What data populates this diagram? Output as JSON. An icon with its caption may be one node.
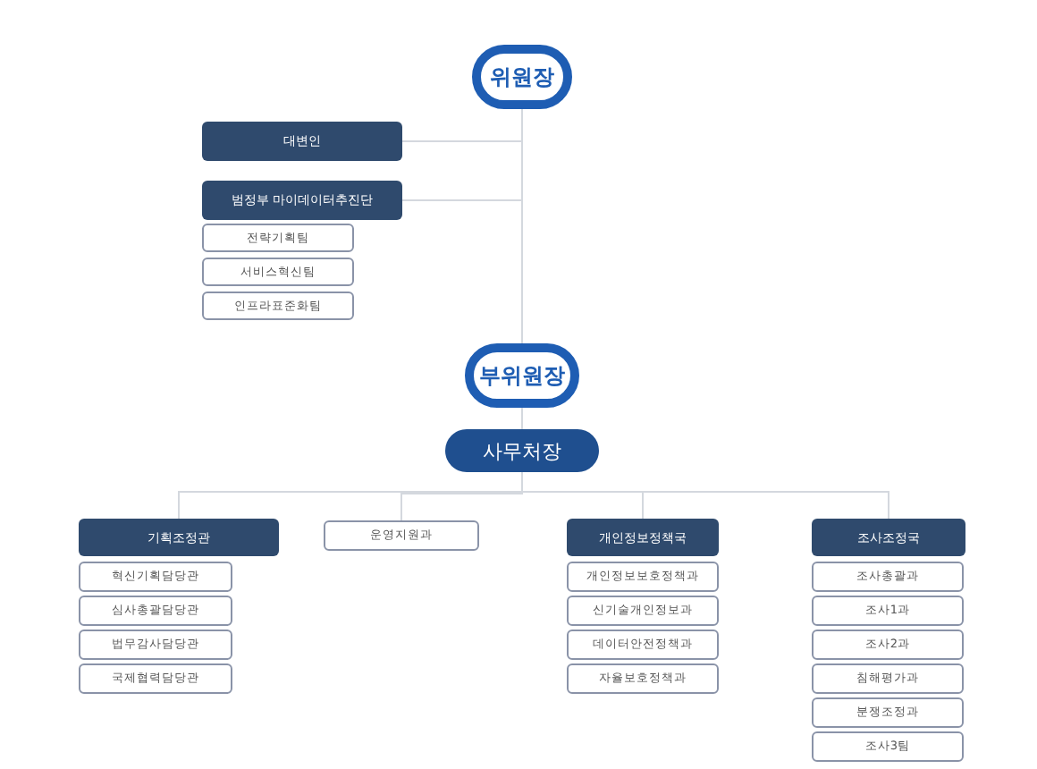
{
  "diagram": {
    "nodes": [
      {
        "text": [
          "위원장"
        ]
      },
      {
        "text": [
          "대변인"
        ]
      },
      {
        "text": [
          "범정부 마이데이터추진단"
        ]
      },
      {
        "text": [
          "전략기획팀"
        ]
      },
      {
        "text": [
          "서비스혁신팀"
        ]
      },
      {
        "text": [
          "인프라표준화팀"
        ]
      },
      {
        "text": [
          "부위원장"
        ]
      },
      {
        "text": [
          "사무처장"
        ]
      },
      {
        "text": [
          "기획조정관"
        ]
      },
      {
        "text": [
          "혁신기획담당관"
        ]
      },
      {
        "text": [
          "심사총괄담당관"
        ]
      },
      {
        "text": [
          "법무감사담당관"
        ]
      },
      {
        "text": [
          "국제협력담당관"
        ]
      },
      {
        "text": [
          "운영지원과"
        ]
      },
      {
        "text": [
          "개인정보정책국"
        ]
      },
      {
        "text": [
          "개인정보보호정책과"
        ]
      },
      {
        "text": [
          "신기술개인정보과"
        ]
      },
      {
        "text": [
          "데이터안전정책과"
        ]
      },
      {
        "text": [
          "자율보호정책과"
        ]
      },
      {
        "text": [
          "조사조정국"
        ]
      },
      {
        "text": [
          "조사총괄과"
        ]
      },
      {
        "text": [
          "조사1과"
        ]
      },
      {
        "text": [
          "조사2과"
        ]
      },
      {
        "text": [
          "침해평가과"
        ]
      },
      {
        "text": [
          "분쟁조정과"
        ]
      },
      {
        "text": [
          "조사3팀"
        ]
      }
    ],
    "edges": [
      {
        "from": 0,
        "to": 1,
        "arrow": "none"
      },
      {
        "from": 0,
        "to": 2,
        "arrow": "none"
      },
      {
        "from": 0,
        "to": 6,
        "arrow": "none"
      },
      {
        "from": 6,
        "to": 7,
        "arrow": "none"
      },
      {
        "from": 7,
        "to": 8,
        "arrow": "none"
      },
      {
        "from": 7,
        "to": 13,
        "arrow": "none"
      },
      {
        "from": 7,
        "to": 14,
        "arrow": "none"
      },
      {
        "from": 7,
        "to": 19,
        "arrow": "none"
      }
    ]
  }
}
